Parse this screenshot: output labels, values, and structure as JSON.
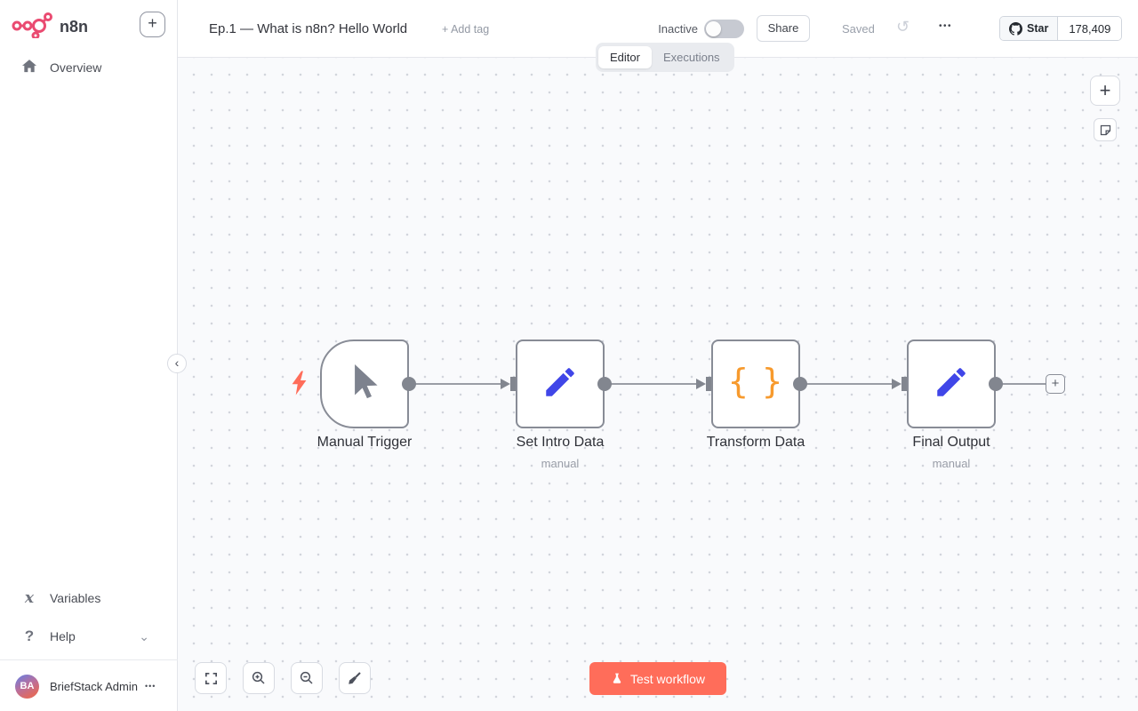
{
  "brand": {
    "name": "n8n"
  },
  "sidebar": {
    "overview": "Overview",
    "variables": "Variables",
    "help": "Help",
    "user_name": "BriefStack Admin",
    "user_initials": "BA"
  },
  "header": {
    "title": "Ep.1 — What is n8n? Hello World",
    "add_tag": "+ Add tag",
    "status": "Inactive",
    "share": "Share",
    "saved": "Saved",
    "github_star": "Star",
    "github_count": "178,409"
  },
  "tabs": {
    "editor": "Editor",
    "executions": "Executions"
  },
  "workflow": {
    "nodes": [
      {
        "name": "Manual Trigger",
        "subtitle": ""
      },
      {
        "name": "Set Intro Data",
        "subtitle": "manual"
      },
      {
        "name": "Transform Data",
        "subtitle": ""
      },
      {
        "name": "Final Output",
        "subtitle": "manual"
      }
    ],
    "test_button": "Test workflow"
  },
  "glyphs": {
    "plus": "+",
    "braces": "{ }",
    "history": "↺",
    "chevron_left": "‹",
    "chevron_down": "⌄",
    "dots": "•••",
    "variables_icon": "x",
    "help_icon": "?"
  },
  "colors": {
    "primary": "#ff6d5a",
    "logo": "#ea4b71",
    "node_border": "#888c96",
    "pencil_blue": "#4046e8",
    "braces_orange": "#f79a2d"
  }
}
